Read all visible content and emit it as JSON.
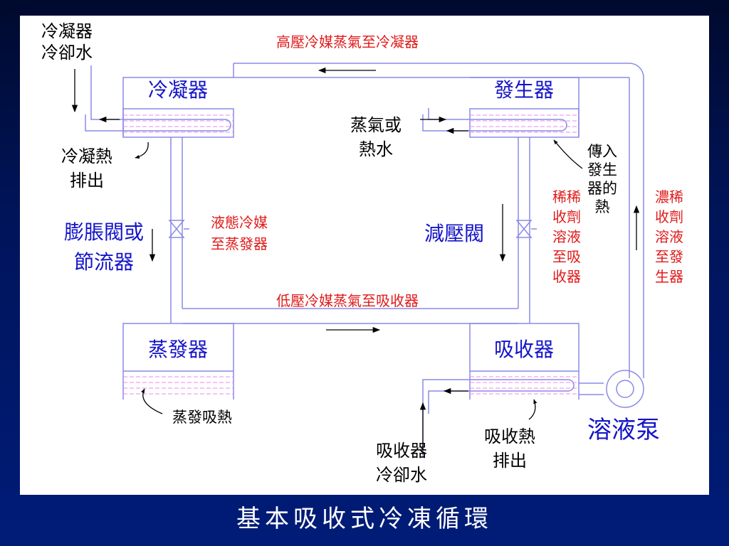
{
  "slide": {
    "title": "基本吸收式冷凍循環"
  },
  "components": {
    "condenser": "冷凝器",
    "generator": "發生器",
    "evaporator": "蒸發器",
    "absorber": "吸收器",
    "expansion_valve": [
      "膨脹閥或",
      "節流器"
    ],
    "pressure_valve": "減壓閥",
    "pump": "溶液泵"
  },
  "labels": {
    "condenser_cooling_water": [
      "冷凝器",
      "冷卻水"
    ],
    "condensing_heat_out": [
      "冷凝熱",
      "排出"
    ],
    "steam_or_hot_water": [
      "蒸氣或",
      "熱水"
    ],
    "heat_to_generator": [
      "傳入",
      "發生",
      "器的",
      "熱"
    ],
    "evaporating_heat": "蒸發吸熱",
    "absorber_cooling_water": [
      "吸收器",
      "冷卻水"
    ],
    "absorption_heat_out": [
      "吸收熱",
      "排出"
    ]
  },
  "flows": {
    "hp_vapor": "高壓冷媒蒸氣至冷凝器",
    "lp_vapor": "低壓冷媒蒸氣至吸收器",
    "liquid_refrigerant": [
      "液態冷媒",
      "至蒸發器"
    ],
    "dilute_to_absorber": [
      "稀稀",
      "收劑",
      "溶液",
      "至吸",
      "收器"
    ],
    "strong_to_generator": [
      "濃稀",
      "收劑",
      "溶液",
      "至發",
      "生器"
    ]
  },
  "colors": {
    "component_text": "#1414c8",
    "flow_text": "#e01a1a",
    "line": "#8a8ae8",
    "liquid": "#ee88ee"
  }
}
